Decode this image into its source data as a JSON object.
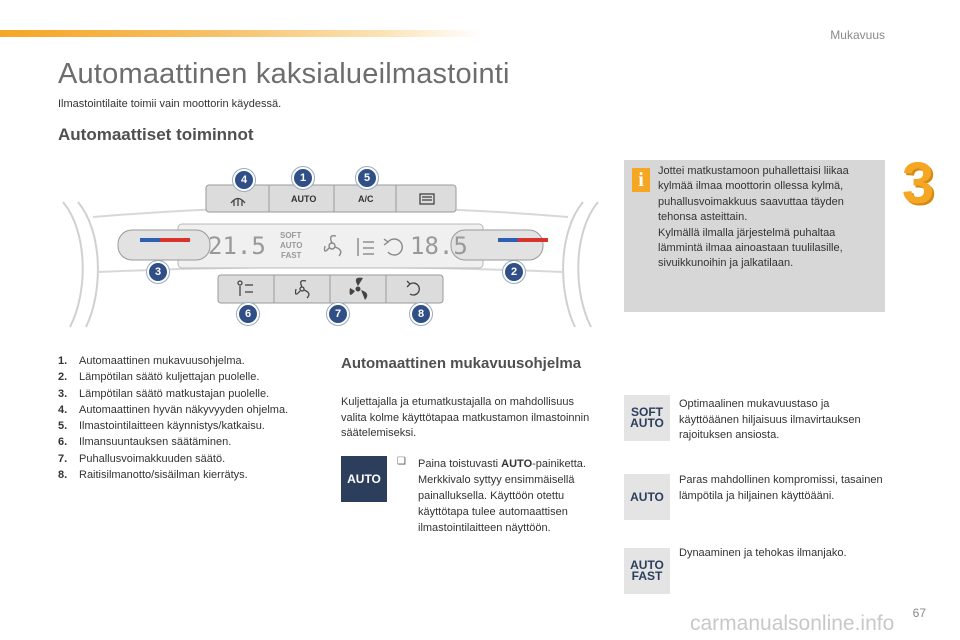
{
  "header": {
    "section": "Mukavuus",
    "chapter_number": "3",
    "page_number": "67"
  },
  "title": "Automaattinen kaksialueilmastointi",
  "subtitle": "Ilmastointilaite toimii vain moottorin käydessä.",
  "section_heading": "Automaattiset toiminnot",
  "panel": {
    "display_left_temp": "21.5",
    "display_right_temp": "18.5",
    "display_modes": [
      "SOFT",
      "AUTO",
      "FAST"
    ],
    "button_auto": "AUTO",
    "button_ac": "A/C",
    "callouts": [
      "1",
      "2",
      "3",
      "4",
      "5",
      "6",
      "7",
      "8"
    ]
  },
  "legend": [
    {
      "num": "1.",
      "text": "Automaattinen mukavuusohjelma."
    },
    {
      "num": "2.",
      "text": "Lämpötilan säätö kuljettajan puolelle."
    },
    {
      "num": "3.",
      "text": "Lämpötilan säätö matkustajan puolelle."
    },
    {
      "num": "4.",
      "text": "Automaattinen hyvän näkyvyyden ohjelma."
    },
    {
      "num": "5.",
      "text": "Ilmastointilaitteen käynnistys/katkaisu."
    },
    {
      "num": "6.",
      "text": "Ilmansuuntauksen säätäminen."
    },
    {
      "num": "7.",
      "text": "Puhallusvoimakkuuden säätö."
    },
    {
      "num": "8.",
      "text": "Raitisilmanotto/sisäilman kierrätys."
    }
  ],
  "info": {
    "icon": "i",
    "text": "Jottei matkustamoon puhallettaisi liikaa kylmää ilmaa moottorin ollessa kylmä, puhallusvoimakkuus saavuttaa täyden tehonsa asteittain.\nKylmällä ilmalla järjestelmä puhaltaa lämmintä ilmaa ainoastaan tuulilasille, sivuikkunoihin ja jalkatilaan."
  },
  "program": {
    "heading": "Automaattinen mukavuusohjelma",
    "intro": "Kuljettajalla ja etumatkustajalla on mahdollisuus valita kolme käyttötapaa matkustamon ilmastoinnin säätelemiseksi.",
    "auto_button_label": "AUTO",
    "bullet": "❑",
    "step_pre": "Paina toistuvasti ",
    "step_bold": "AUTO",
    "step_post": "-painiketta. Merkkivalo syttyy ensimmäisellä painalluksella. Käyttöön otettu käyttötapa tulee automaattisen ilmastointilaitteen näyttöön.",
    "modes": [
      {
        "icon_lines": [
          "SOFT",
          "AUTO"
        ],
        "text": "Optimaalinen mukavuustaso ja käyttöäänen hiljaisuus ilmavirtauksen rajoituksen ansiosta."
      },
      {
        "icon_lines": [
          "AUTO"
        ],
        "text": "Paras mahdollinen kompromissi, tasainen lämpötila ja hiljainen käyttöääni."
      },
      {
        "icon_lines": [
          "AUTO",
          "FAST"
        ],
        "text": "Dynaaminen ja tehokas ilmanjako."
      }
    ]
  },
  "watermark": "carmanualsonline.info",
  "colors": {
    "accent": "#f5a623",
    "navy": "#2c3e5c",
    "callout_blue": "#2f4f86",
    "info_bg": "#d7d7d7"
  }
}
